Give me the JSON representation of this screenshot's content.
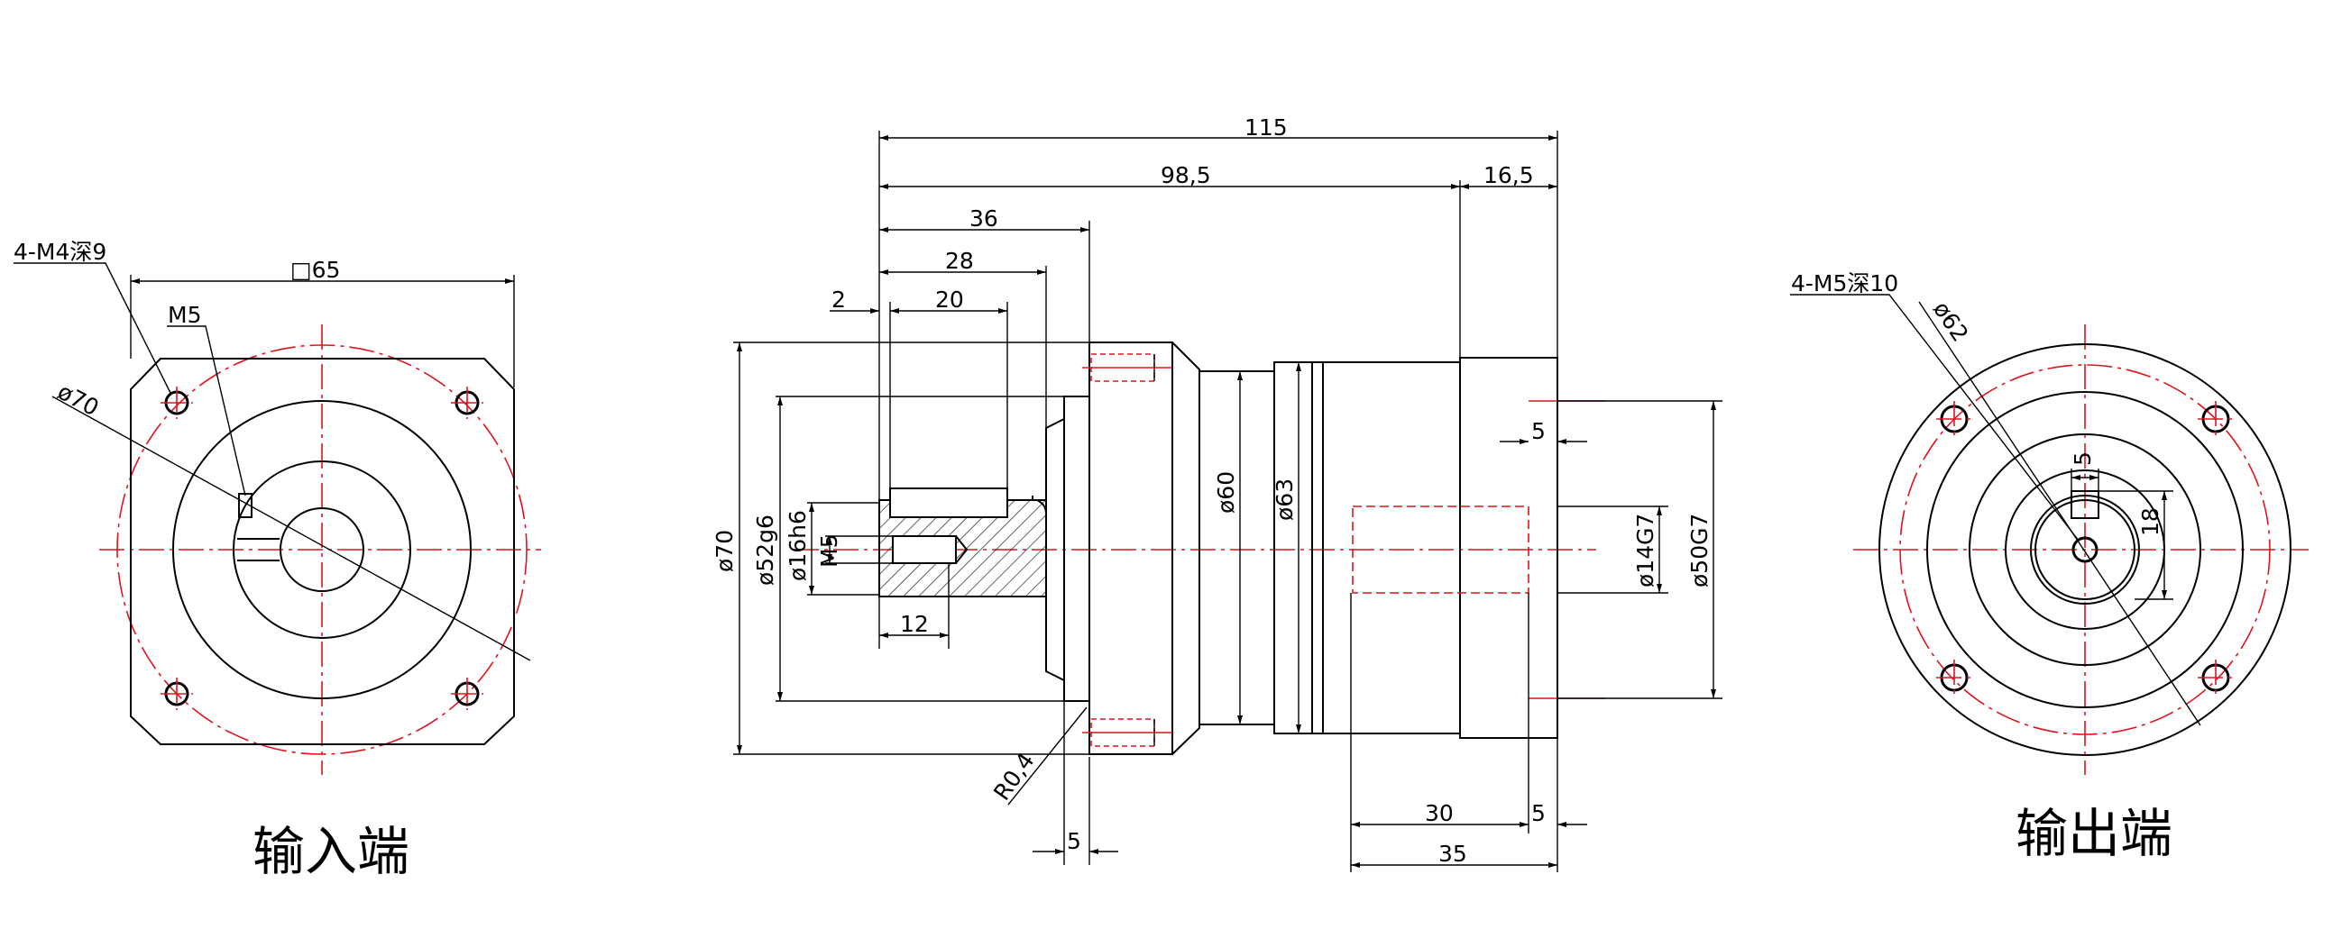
{
  "colors": {
    "line": "#000000",
    "center": "#e0141e",
    "background": "#ffffff"
  },
  "input_view": {
    "caption": "输入端",
    "holes": "4-M4深9",
    "square": "□65",
    "pcd": "ø70",
    "screw": "M5"
  },
  "side_view": {
    "dims": {
      "d115": "115",
      "d98_5": "98,5",
      "d16_5": "16,5",
      "d36": "36",
      "d28": "28",
      "d20": "20",
      "d2": "2",
      "d12": "12",
      "d5_left": "5",
      "d5_top": "5",
      "d5_bottom": "5",
      "d30": "30",
      "d35": "35",
      "fillet": "R0,4",
      "phi70": "ø70",
      "phi52": "ø52g6",
      "phi16": "ø16h6",
      "m5": "M5",
      "phi60": "ø60",
      "phi63": "ø63",
      "phi14": "ø14G7",
      "phi50": "ø50G7"
    }
  },
  "output_view": {
    "caption": "输出端",
    "holes": "4-M5深10",
    "pcd": "ø62",
    "key_width": "5",
    "key_height": "18"
  }
}
